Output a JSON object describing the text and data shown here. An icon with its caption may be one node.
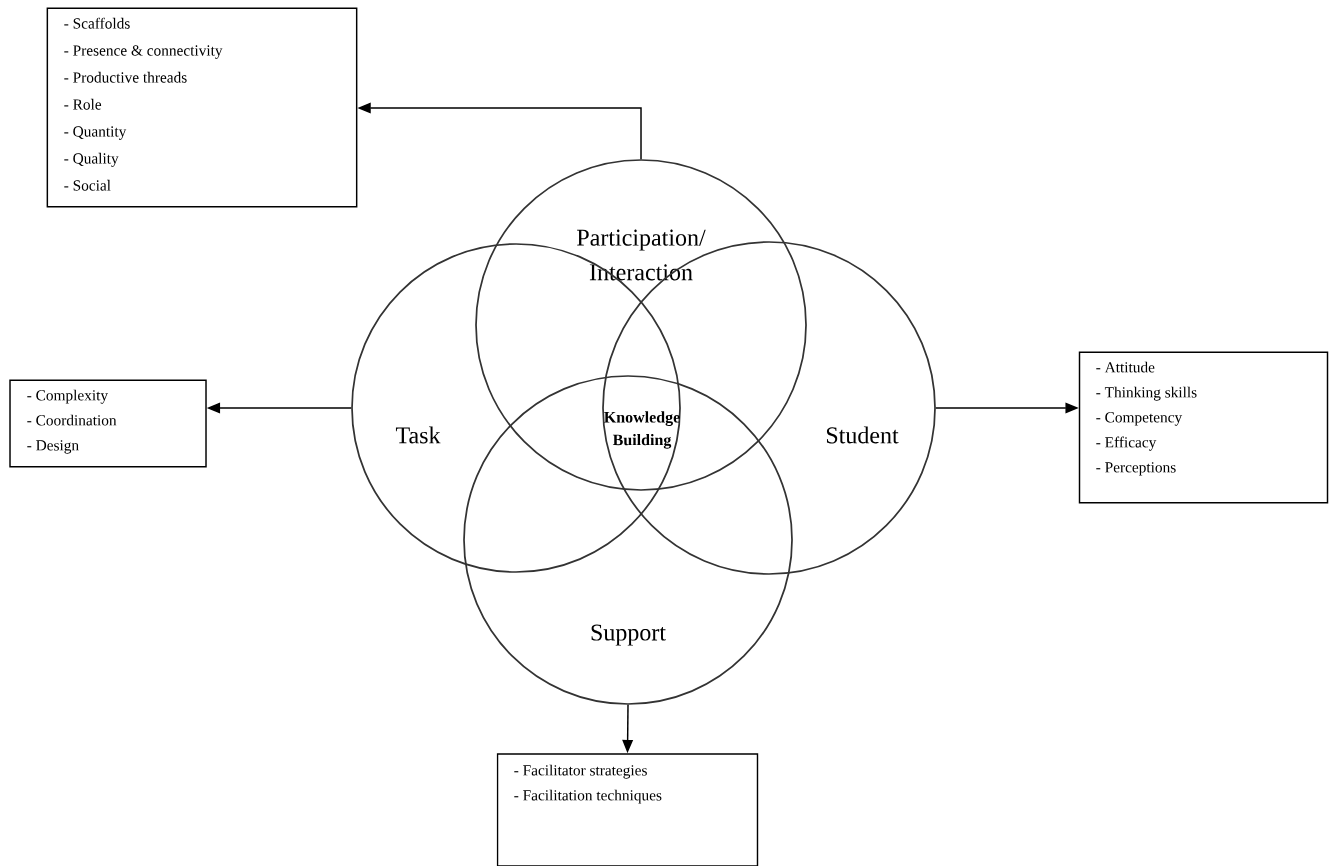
{
  "diagram": {
    "nodes": [
      {
        "text": [
          "- Scaffolds",
          "- Presence & connectivity",
          "- Productive threads",
          "- Role",
          "- Quantity",
          "- Quality",
          "- Social"
        ]
      },
      {
        "text": [
          "Participation/ Interaction"
        ]
      },
      {
        "text": [
          "- Complexity",
          "- Coordination",
          "- Design"
        ]
      },
      {
        "text": [
          "Task"
        ]
      },
      {
        "text": [
          "Student"
        ]
      },
      {
        "text": [
          "- Attitude",
          "- Thinking skills",
          "- Competency",
          "- Efficacy",
          "- Perceptions"
        ]
      },
      {
        "text": [
          "Support"
        ]
      },
      {
        "text": [
          "- Facilitator strategies",
          "- Facilitation techniques"
        ]
      }
    ],
    "edges": [
      {
        "from": 1,
        "to": 0,
        "arrow": "to"
      },
      {
        "from": 3,
        "to": 2,
        "arrow": "to"
      },
      {
        "from": 4,
        "to": 5,
        "arrow": "to"
      },
      {
        "from": 6,
        "to": 7,
        "arrow": "to"
      }
    ],
    "labels": [
      "Knowledge Building"
    ]
  }
}
